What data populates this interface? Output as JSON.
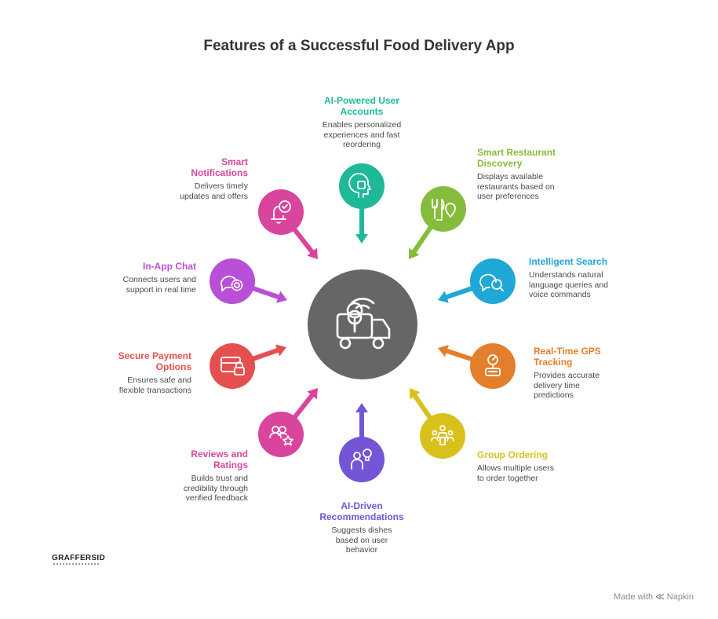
{
  "title": "Features of a Successful Food Delivery App",
  "center_icon": "food-delivery-truck-icon",
  "center_color": "#666666",
  "features": [
    {
      "id": "ai-accounts",
      "title": "AI-Powered User Accounts",
      "title_lines": [
        "AI-Powered User",
        "Accounts"
      ],
      "desc_lines": [
        "Enables personalized",
        "experiences and fast",
        "reordering"
      ],
      "color": "#1FB99A",
      "icon": "ai-head-icon"
    },
    {
      "id": "restaurant-discovery",
      "title": "Smart Restaurant Discovery",
      "title_lines": [
        "Smart Restaurant",
        "Discovery"
      ],
      "desc_lines": [
        "Displays available",
        "restaurants based on",
        "user preferences"
      ],
      "color": "#86BC3C",
      "icon": "fork-knife-location-icon"
    },
    {
      "id": "intelligent-search",
      "title": "Intelligent Search",
      "title_lines": [
        "Intelligent Search"
      ],
      "desc_lines": [
        "Understands natural",
        "language queries and",
        "voice commands"
      ],
      "color": "#1FA7D6",
      "icon": "chat-search-icon"
    },
    {
      "id": "gps-tracking",
      "title": "Real-Time GPS Tracking",
      "title_lines": [
        "Real-Time GPS",
        "Tracking"
      ],
      "desc_lines": [
        "Provides accurate",
        "delivery time",
        "predictions"
      ],
      "color": "#E37E2C",
      "icon": "gps-tracker-icon"
    },
    {
      "id": "group-ordering",
      "title": "Group Ordering",
      "title_lines": [
        "Group Ordering"
      ],
      "desc_lines": [
        "Allows multiple users",
        "to order together"
      ],
      "color": "#D9C11C",
      "icon": "group-table-icon"
    },
    {
      "id": "ai-recommendations",
      "title": "AI-Driven Recommendations",
      "title_lines": [
        "AI-Driven",
        "Recommendations"
      ],
      "desc_lines": [
        "Suggests dishes",
        "based on user",
        "behavior"
      ],
      "color": "#7355D6",
      "icon": "user-idea-icon"
    },
    {
      "id": "reviews-ratings",
      "title": "Reviews and Ratings",
      "title_lines": [
        "Reviews and",
        "Ratings"
      ],
      "desc_lines": [
        "Builds trust and",
        "credibility through",
        "verified feedback"
      ],
      "color": "#D9459C",
      "icon": "users-star-icon"
    },
    {
      "id": "secure-payment",
      "title": "Secure Payment Options",
      "title_lines": [
        "Secure Payment",
        "Options"
      ],
      "desc_lines": [
        "Ensures safe and",
        "flexible transactions"
      ],
      "color": "#E5504F",
      "icon": "card-lock-icon"
    },
    {
      "id": "in-app-chat",
      "title": "In-App Chat",
      "title_lines": [
        "In-App Chat"
      ],
      "desc_lines": [
        "Connects users and",
        "support in real time"
      ],
      "color": "#B94FD6",
      "icon": "chat-gear-icon"
    },
    {
      "id": "smart-notifications",
      "title": "Smart Notifications",
      "title_lines": [
        "Smart",
        "Notifications"
      ],
      "desc_lines": [
        "Delivers timely",
        "updates and offers"
      ],
      "color": "#D9459C",
      "icon": "bell-check-icon"
    }
  ],
  "logo": {
    "text": "GRAFFERSID"
  },
  "footer": {
    "made_with": "Made with",
    "brand": "Napkin"
  }
}
